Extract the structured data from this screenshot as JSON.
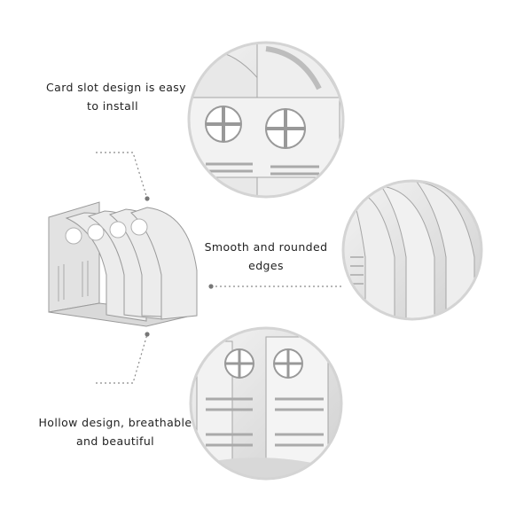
{
  "captions": [
    {
      "lines": [
        "Card slot design is easy",
        "to install"
      ]
    },
    {
      "lines": [
        "Smooth and rounded",
        "edges"
      ]
    },
    {
      "lines": [
        "Hollow design, breathable",
        "and beautiful"
      ]
    }
  ],
  "colors": {
    "background": "#ffffff",
    "product": "#e9e9e9",
    "product_shade": "#c9c9c9",
    "product_edge": "#9a9a9a",
    "ring": "#d4d4d4",
    "connector": "#8a8a8a",
    "text": "#222222"
  },
  "images": {
    "main_product": "four-slot-file-holder",
    "zoom_top": "card-slot-closeup",
    "zoom_middle": "rounded-edges-closeup",
    "zoom_bottom": "hollow-design-closeup"
  }
}
